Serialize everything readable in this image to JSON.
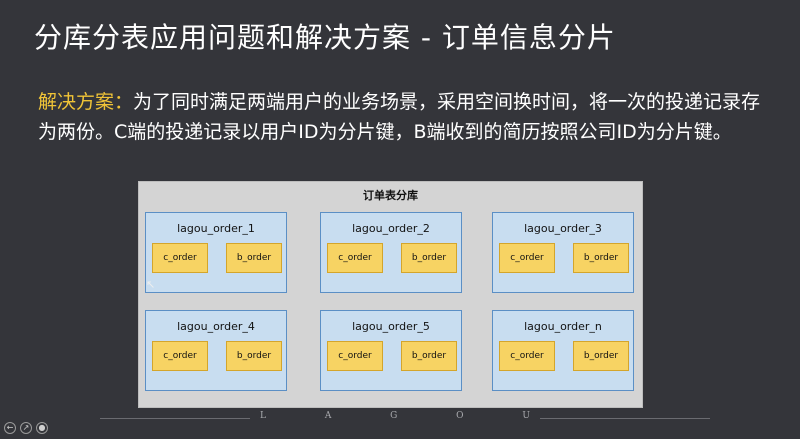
{
  "slide": {
    "title": "分库分表应用问题和解决方案 - 订单信息分片",
    "solution_label": "解决方案：",
    "solution_text": "为了同时满足两端用户的业务场景，采用空间换时间，将一次的投递记录存为两份。C端的投递记录以用户ID为分片键，B端收到的简历按照公司ID为分片键。"
  },
  "diagram": {
    "title": "订单表分库",
    "databases": [
      {
        "name": "lagou_order_1",
        "tables": [
          "c_order",
          "b_order"
        ]
      },
      {
        "name": "lagou_order_2",
        "tables": [
          "c_order",
          "b_order"
        ]
      },
      {
        "name": "lagou_order_3",
        "tables": [
          "c_order",
          "b_order"
        ]
      },
      {
        "name": "lagou_order_4",
        "tables": [
          "c_order",
          "b_order"
        ]
      },
      {
        "name": "lagou_order_5",
        "tables": [
          "c_order",
          "b_order"
        ]
      },
      {
        "name": "lagou_order_n",
        "tables": [
          "c_order",
          "b_order"
        ]
      }
    ]
  },
  "footer": {
    "letters": [
      "L",
      "A",
      "G",
      "O",
      "U"
    ]
  },
  "controls": [
    "back-icon",
    "pointer-icon",
    "record-icon"
  ]
}
